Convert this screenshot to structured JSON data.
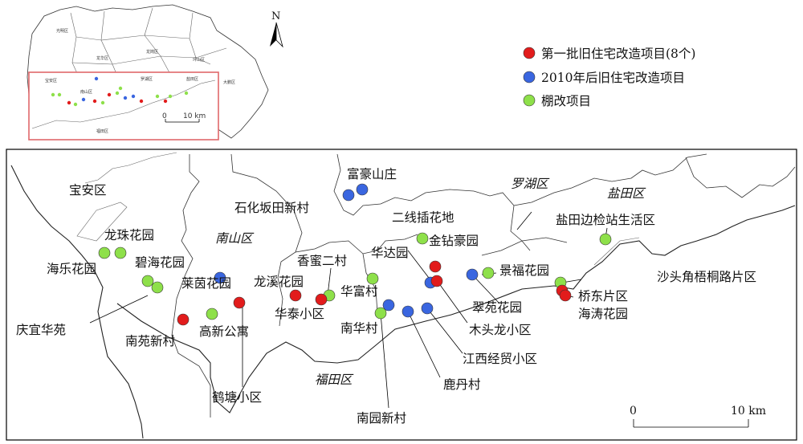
{
  "colors": {
    "first_batch": "#e21c1c",
    "after_2010": "#3a66e0",
    "shantytown": "#8ee04a",
    "inset_frame": "#e0686a"
  },
  "legend": [
    {
      "key": "first_batch",
      "label": "第一批旧住宅改造项目(8个)"
    },
    {
      "key": "after_2010",
      "label": "2010年后旧住宅改造项目"
    },
    {
      "key": "shantytown",
      "label": "棚改项目"
    }
  ],
  "north_label": "N",
  "scale": {
    "zero": "0",
    "value": "10 km"
  },
  "inset": {
    "districts": [
      "光明区",
      "龙华区",
      "龙岗区",
      "坪山区",
      "大鹏区",
      "罗湖区",
      "盐田区",
      "宝安区",
      "南山区",
      "福田区"
    ],
    "scale": {
      "zero": "0",
      "value": "10 km"
    }
  },
  "main": {
    "districts": [
      "宝安区",
      "南山区",
      "罗湖区",
      "盐田区",
      "福田区"
    ],
    "sites": [
      {
        "id": "fuhao",
        "label": "富豪山庄",
        "type": "after_2010"
      },
      {
        "id": "shihua",
        "label": "石化坂田新村",
        "type": "after_2010"
      },
      {
        "id": "erxian",
        "label": "二线插花地",
        "type": "shantytown"
      },
      {
        "id": "yantianbj",
        "label": "盐田边检站生活区",
        "type": "shantytown"
      },
      {
        "id": "longzhu",
        "label": "龙珠花园",
        "type": "shantytown"
      },
      {
        "id": "haile",
        "label": "海乐花园",
        "type": "shantytown"
      },
      {
        "id": "bihai",
        "label": "碧海花园",
        "type": "shantytown"
      },
      {
        "id": "qingyi",
        "label": "庆宜华苑",
        "type": "shantytown"
      },
      {
        "id": "laiyin",
        "label": "莱茵花园",
        "type": "after_2010"
      },
      {
        "id": "longxi",
        "label": "龙溪花园",
        "type": "first_batch"
      },
      {
        "id": "xiangmi",
        "label": "香蜜二村",
        "type": "shantytown"
      },
      {
        "id": "huatai",
        "label": "华泰小区",
        "type": "first_batch"
      },
      {
        "id": "huafu",
        "label": "华富村",
        "type": "shantytown"
      },
      {
        "id": "huada",
        "label": "华达园",
        "type": "after_2010"
      },
      {
        "id": "jinzuan",
        "label": "金钻豪园",
        "type": "first_batch"
      },
      {
        "id": "jingfu",
        "label": "景福花园",
        "type": "shantytown"
      },
      {
        "id": "cuiyuan",
        "label": "翠苑花园",
        "type": "after_2010"
      },
      {
        "id": "mutoulong",
        "label": "木头龙小区",
        "type": "first_batch"
      },
      {
        "id": "jiangxi",
        "label": "江西经贸小区",
        "type": "after_2010"
      },
      {
        "id": "ludan",
        "label": "鹿丹村",
        "type": "after_2010"
      },
      {
        "id": "nanhua",
        "label": "南华村",
        "type": "after_2010"
      },
      {
        "id": "nanyuan",
        "label": "南园新村",
        "type": "shantytown"
      },
      {
        "id": "nanyuanxc",
        "label": "南苑新村",
        "type": "first_batch"
      },
      {
        "id": "gaoxin",
        "label": "高新公寓",
        "type": "shantytown"
      },
      {
        "id": "hetang",
        "label": "鹤塘小区",
        "type": "first_batch"
      },
      {
        "id": "shatoujiao",
        "label": "沙头角梧桐路片区",
        "type": "shantytown"
      },
      {
        "id": "qiaodong",
        "label": "桥东片区",
        "type": "first_batch"
      },
      {
        "id": "haitao",
        "label": "海涛花园",
        "type": "first_batch"
      }
    ]
  }
}
